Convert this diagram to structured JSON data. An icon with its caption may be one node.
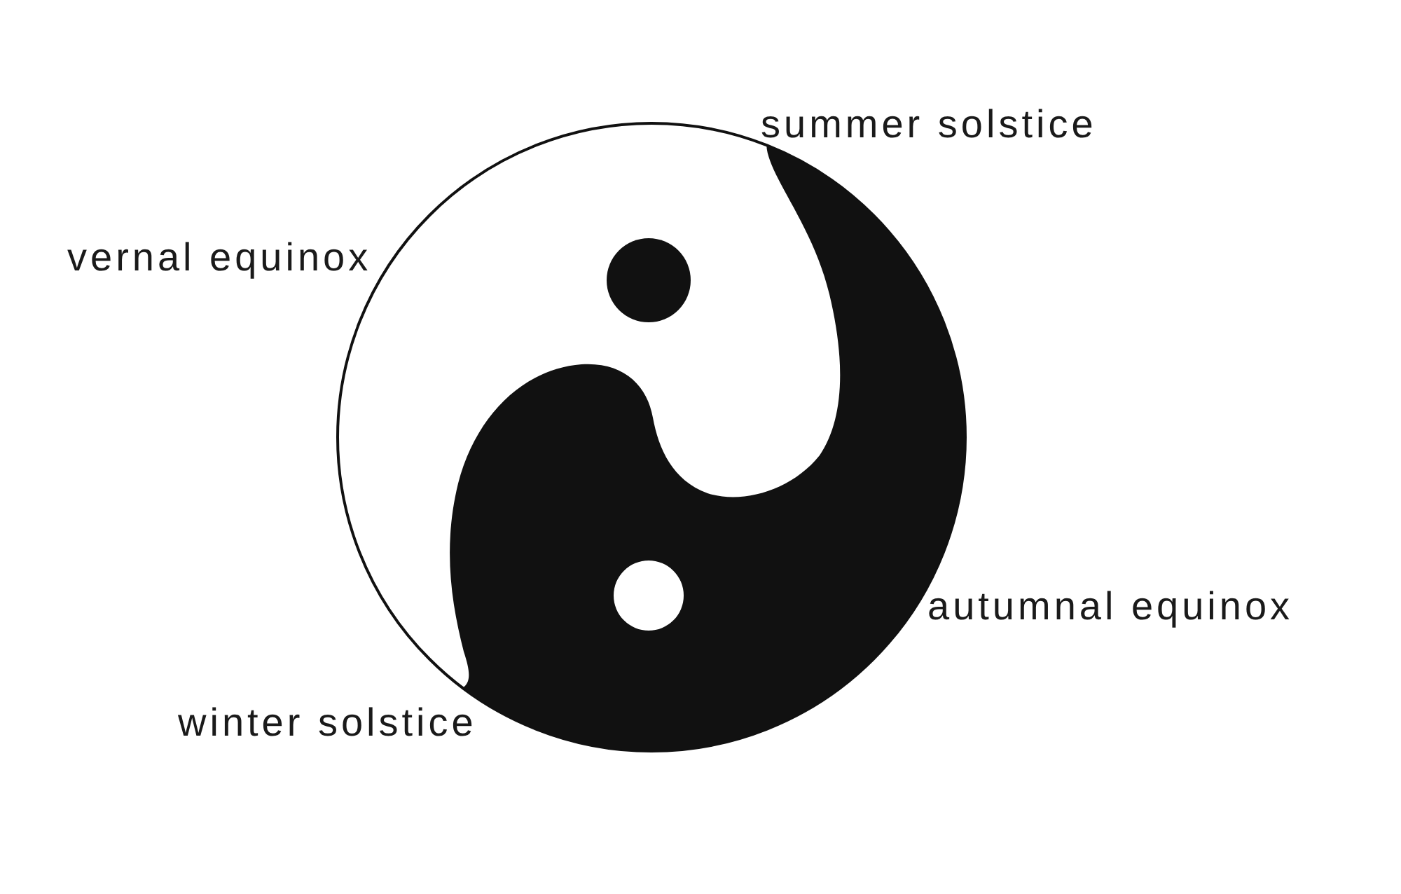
{
  "diagram": {
    "labels": [
      "summer solstice",
      "vernal equinox",
      "autumnal equinox",
      "winter solstice"
    ]
  }
}
